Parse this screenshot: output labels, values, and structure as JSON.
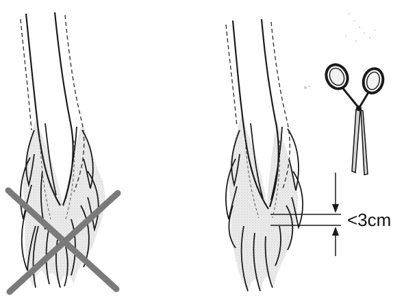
{
  "measurement": {
    "label": "<3cm"
  },
  "panels": {
    "left": {
      "icon": "cross-mark-icon",
      "meaning": "incorrect"
    },
    "right": {
      "icon": "scissors-icon",
      "meaning": "correct"
    }
  },
  "colors": {
    "line": "#1a1a1a",
    "fill_light": "#e6e6e6",
    "fill_mid": "#cfcfcf",
    "cross": "#7a7a7a"
  }
}
